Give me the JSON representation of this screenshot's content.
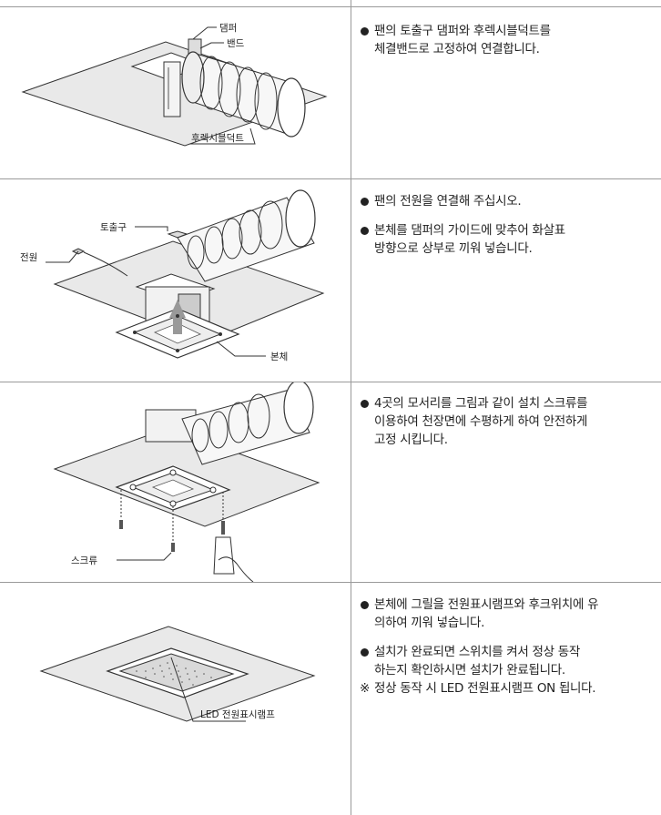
{
  "steps": [
    {
      "labels": {
        "damper": "댐퍼",
        "band": "밴드",
        "flex_duct": "후렉시블덕트"
      },
      "bullets": [
        {
          "lines": [
            "팬의 토출구 댐퍼와 후렉시블덕트를",
            "체결밴드로 고정하여 연결합니다."
          ]
        }
      ]
    },
    {
      "labels": {
        "outlet": "토출구",
        "power": "전원",
        "body": "본체"
      },
      "bullets": [
        {
          "lines": [
            "팬의 전원을 연결해 주십시오."
          ]
        },
        {
          "lines": [
            "본체를 댐퍼의 가이드에 맞추어 화살표",
            "방향으로 상부로 끼워 넣습니다."
          ]
        }
      ]
    },
    {
      "labels": {
        "screw": "스크류"
      },
      "bullets": [
        {
          "lines": [
            "4곳의 모서리를 그림과 같이 설치 스크류를",
            "이용하여 천장면에 수평하게 하여 안전하게",
            "고정 시킵니다."
          ]
        }
      ]
    },
    {
      "labels": {
        "led": "LED 전원표시램프"
      },
      "bullets": [
        {
          "lines": [
            "본체에 그릴을 전원표시램프와 후크위치에 유",
            "의하여 끼워 넣습니다."
          ]
        },
        {
          "lines": [
            "설치가 완료되면 스위치를 켜서 정상 동작",
            "하는지 확인하시면 설치가 완료됩니다."
          ]
        }
      ],
      "note": {
        "mark": "※",
        "text": "정상 동작 시 LED 전원표시램프 ON 됩니다."
      }
    }
  ]
}
